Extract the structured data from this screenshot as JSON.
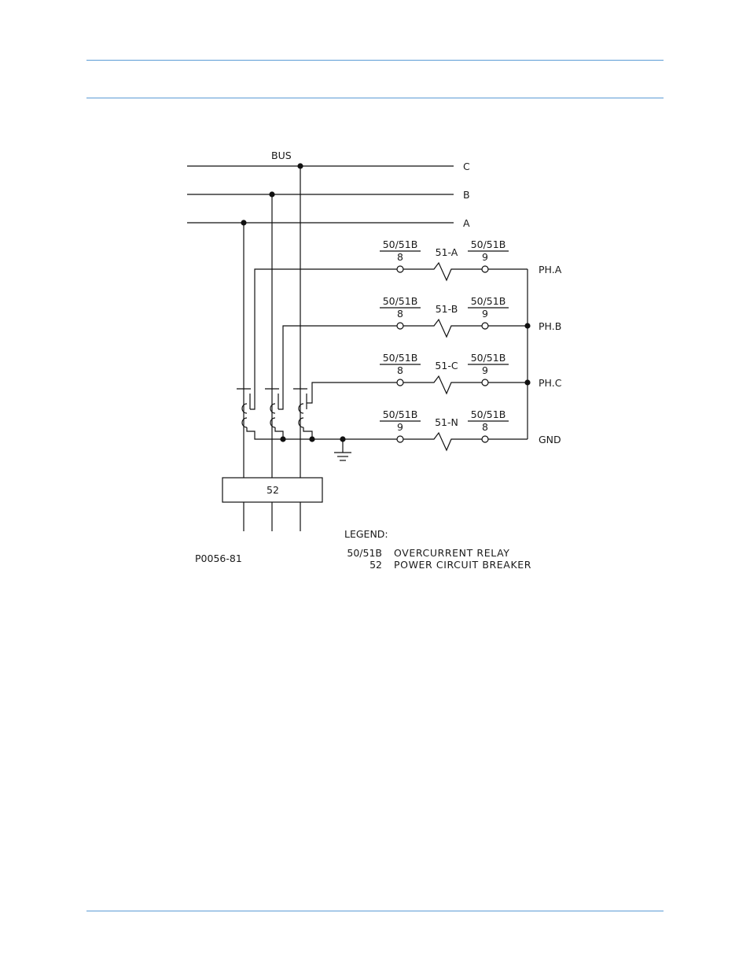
{
  "diagram": {
    "bus_label": "BUS",
    "phases": {
      "c": "C",
      "b": "B",
      "a": "A"
    },
    "relays": [
      {
        "left_top": "50/51B",
        "left_bottom": "8",
        "coil": "51-A",
        "right_top": "50/51B",
        "right_bottom": "9",
        "output": "PH.A"
      },
      {
        "left_top": "50/51B",
        "left_bottom": "8",
        "coil": "51-B",
        "right_top": "50/51B",
        "right_bottom": "9",
        "output": "PH.B"
      },
      {
        "left_top": "50/51B",
        "left_bottom": "8",
        "coil": "51-C",
        "right_top": "50/51B",
        "right_bottom": "9",
        "output": "PH.C"
      },
      {
        "left_top": "50/51B",
        "left_bottom": "9",
        "coil": "51-N",
        "right_top": "50/51B",
        "right_bottom": "8",
        "output": "GND"
      }
    ],
    "breaker_label": "52",
    "drawing_number": "P0056-81",
    "legend": {
      "title": "LEGEND:",
      "items": [
        {
          "code": "50/51B",
          "description": "OVERCURRENT RELAY"
        },
        {
          "code": "52",
          "description": "POWER CIRCUIT BREAKER"
        }
      ]
    }
  }
}
